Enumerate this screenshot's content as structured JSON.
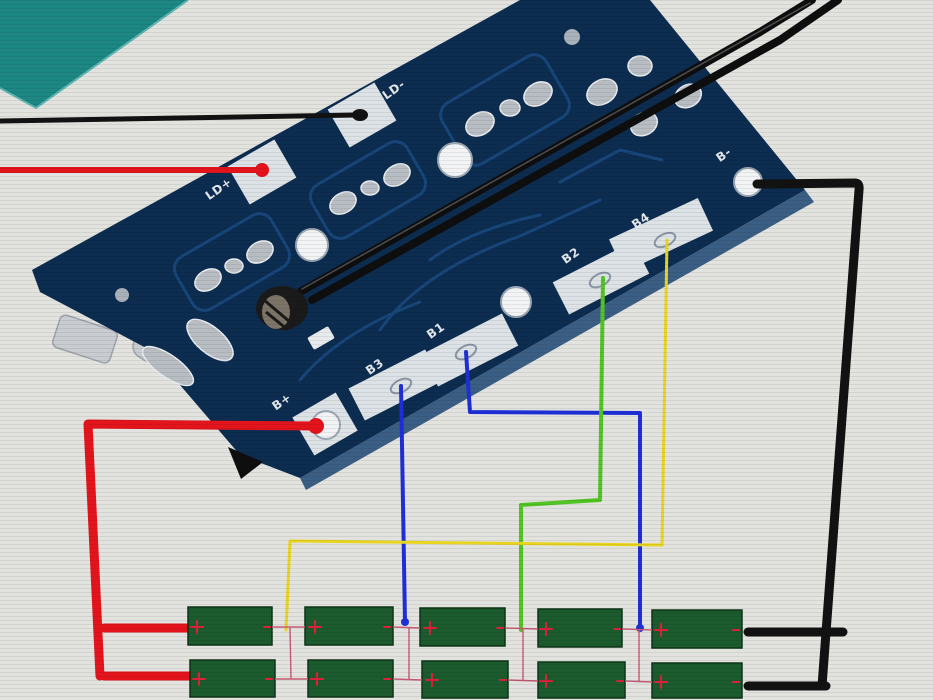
{
  "pads": {
    "ld_minus": "LD-",
    "ld_plus": "LD+",
    "b_minus": "B-",
    "b4": "B4",
    "b2": "B2",
    "b1": "B1",
    "b3": "B3",
    "b_plus": "B+"
  },
  "colors": {
    "background": "#e2e2df",
    "adjacent_board": "#1d8784",
    "board": "#0c2c50",
    "board_edge": "#3b5f84",
    "board_trace": "#17467a",
    "silkscreen": "#dde2e6",
    "solder": "#b8bdc3",
    "connector": "#c9ccd0",
    "cable": "#0e0e0e",
    "wire_black": "#121212",
    "wire_red": "#e3141c",
    "wire_blue": "#1f2fd8",
    "wire_green": "#52c424",
    "wire_yellow": "#e9d51f",
    "cell": "#1c5b2d",
    "cell_marker": "#e0203a"
  },
  "icons": {
    "cell_marker": "plus-icon",
    "pointer": "triangle-icon"
  }
}
